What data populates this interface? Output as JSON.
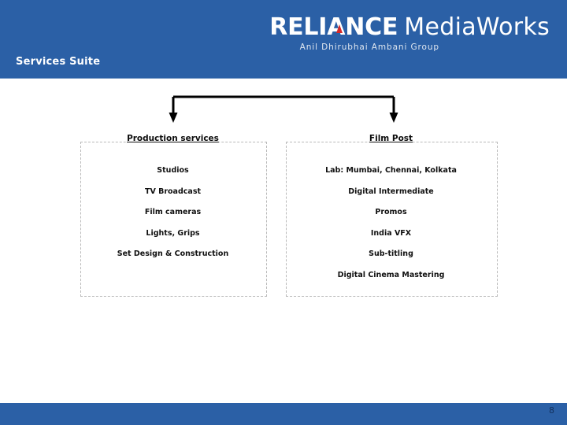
{
  "header": {
    "brand_primary": "RELIANCE",
    "brand_secondary": "MediaWorks",
    "brand_tagline": "Anil Dhirubhai Ambani Group",
    "slide_title": "Services Suite",
    "band_color": "#2b60a6",
    "flame_color": "#d42a2a"
  },
  "diagram": {
    "type": "org-tree",
    "columns": [
      {
        "heading": "Production services",
        "items": [
          "Studios",
          "TV Broadcast",
          "Film cameras",
          "Lights, Grips",
          "Set Design & Construction"
        ]
      },
      {
        "heading": "Film Post",
        "items": [
          "Lab: Mumbai, Chennai, Kolkata",
          "Digital Intermediate",
          "Promos",
          "India VFX",
          "Sub-titling",
          "Digital Cinema Mastering"
        ]
      }
    ],
    "connector_color": "#000000",
    "box_border_color": "#b9b9b9"
  },
  "footer": {
    "page_number": "8",
    "band_color": "#2b60a6"
  }
}
